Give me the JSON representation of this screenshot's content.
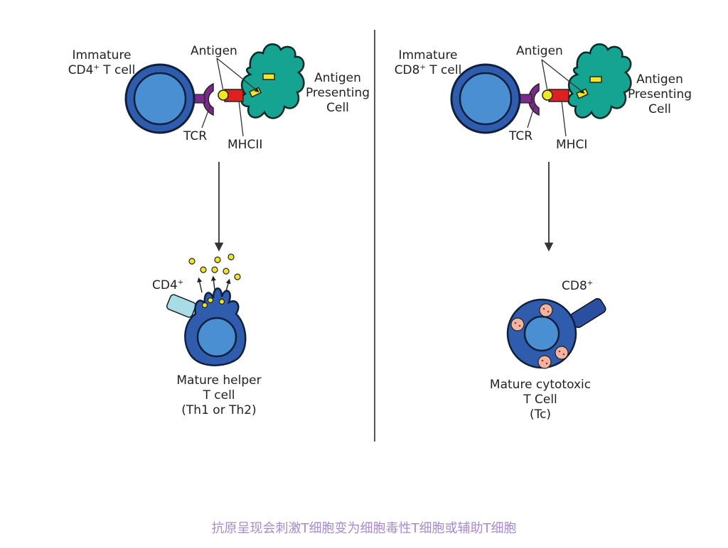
{
  "left": {
    "immature_line1": "Immature",
    "immature_cd": "CD4",
    "immature_sup": "+",
    "immature_tail": " T cell",
    "antigen": "Antigen",
    "apc_line1": "Antigen",
    "apc_line2": "Presenting",
    "apc_line3": "Cell",
    "tcr": "TCR",
    "mhc": "MHCII",
    "marker": "CD4",
    "marker_sup": "+",
    "mature_line1": "Mature helper",
    "mature_line2": "T cell",
    "mature_line3": "(Th1 or Th2)"
  },
  "right": {
    "immature_line1": "Immature",
    "immature_cd": "CD8",
    "immature_sup": "+",
    "immature_tail": " T cell",
    "antigen": "Antigen",
    "apc_line1": "Antigen",
    "apc_line2": "Presenting",
    "apc_line3": "Cell",
    "tcr": "TCR",
    "mhc": "MHCI",
    "marker": "CD8",
    "marker_sup": "+",
    "mature_line1": "Mature cytotoxic",
    "mature_line2": "T Cell",
    "mature_line3": "(Tc)"
  },
  "caption": "抗原呈现会刺激T细胞变为细胞毒性T细胞或辅助T细胞",
  "colors": {
    "tcell_outer": "#2f5cad",
    "tcell_inner": "#4a8fd1",
    "apc": "#15a491",
    "tcr": "#7b2a8c",
    "mhc": "#e02020",
    "antigen": "#f2e61e",
    "cd4_marker": "#a8dde8",
    "cd8_marker": "#2a4ea0",
    "caption": "#a78bcc"
  }
}
